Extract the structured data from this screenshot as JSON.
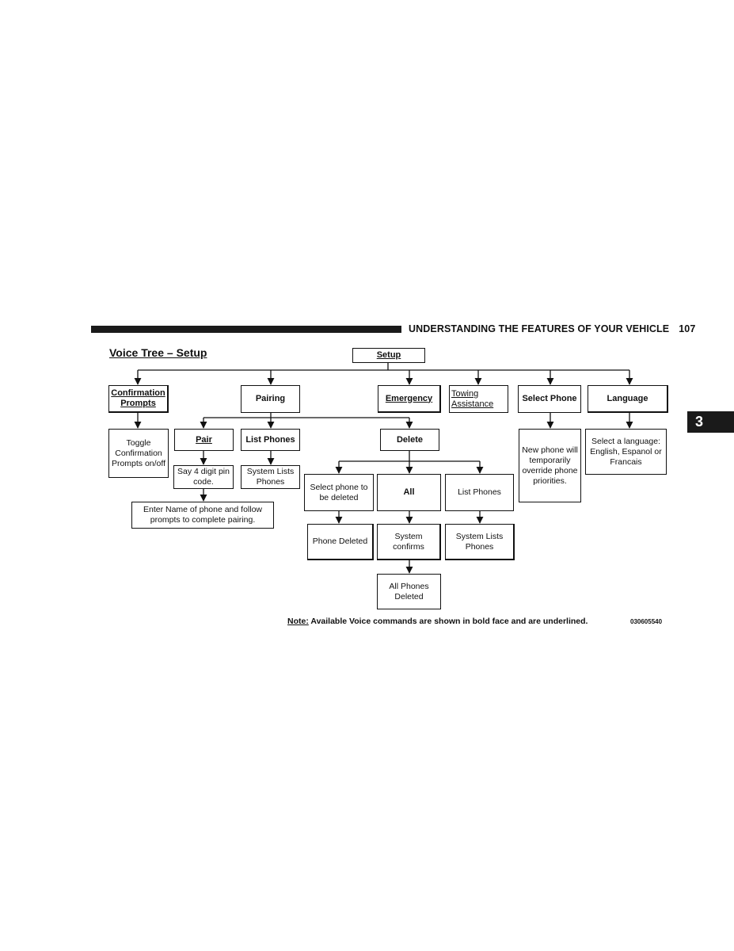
{
  "header": {
    "section_title": "UNDERSTANDING THE FEATURES OF YOUR VEHICLE",
    "page_number": "107",
    "chapter_tab": "3"
  },
  "diagram": {
    "title": "Voice Tree – Setup",
    "nodes": {
      "setup": "Setup",
      "confirmation_prompts": "Confirmation Prompts",
      "pairing": "Pairing",
      "emergency": "Emergency",
      "towing_assistance": "Towing Assistance",
      "select_phone": "Select Phone",
      "language": "Language",
      "toggle_confirmation": "Toggle Confirmation Prompts on/off",
      "pair": "Pair",
      "list_phones_pairing": "List Phones",
      "delete": "Delete",
      "new_phone_override": "New phone will temporarily override phone priorities.",
      "select_language": "Select a language: English, Espanol or Francais",
      "say_pin": "Say 4 digit pin code.",
      "system_lists_phones_1": "System Lists Phones",
      "enter_name": "Enter Name of phone and follow prompts to complete pairing.",
      "select_phone_delete": "Select phone to be deleted",
      "all": "All",
      "list_phones_delete": "List Phones",
      "phone_deleted": "Phone Deleted",
      "system_confirms": "System confirms",
      "system_lists_phones_2": "System Lists Phones",
      "all_phones_deleted": "All Phones Deleted"
    },
    "note_label": "Note:",
    "note_text": " Available Voice commands are shown in bold face and are underlined.",
    "figure_code": "030605540"
  }
}
